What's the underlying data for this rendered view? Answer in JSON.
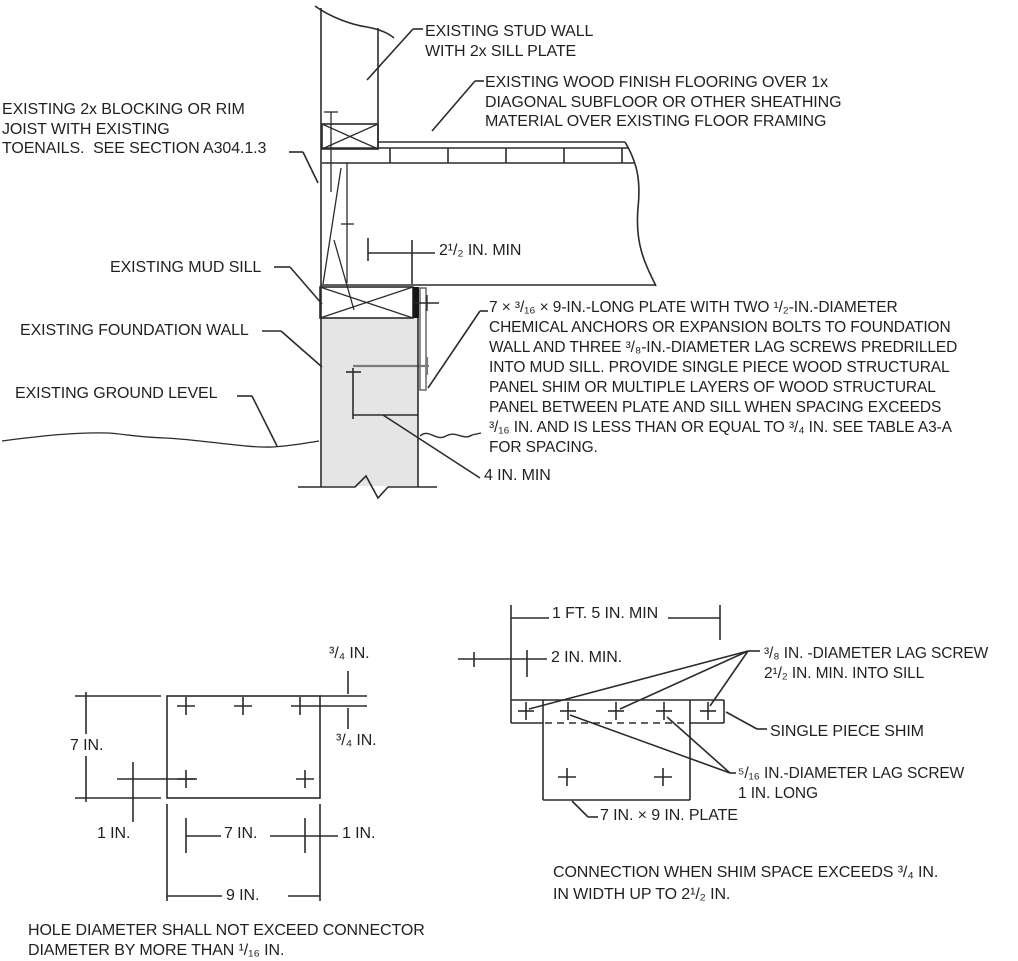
{
  "colors": {
    "line": "#2b2b2b",
    "text": "#231f20",
    "foundation_fill": "#e5e5e5",
    "steel_plate": "#161616",
    "anchor_gray": "#7a7a7a"
  },
  "main_detail": {
    "labels": {
      "stud_wall": "EXISTING STUD WALL\nWITH 2x SILL PLATE",
      "flooring": "EXISTING WOOD FINISH FLOORING OVER 1x\nDIAGONAL SUBFLOOR OR OTHER SHEATHING\nMATERIAL OVER EXISTING FLOOR FRAMING",
      "blocking": "EXISTING 2x BLOCKING OR RIM\nJOIST WITH EXISTING\nTOENAILS.  SEE SECTION A304.1.3",
      "mud_sill": "EXISTING MUD SILL",
      "foundation_wall": "EXISTING FOUNDATION WALL",
      "ground_level": "EXISTING GROUND LEVEL",
      "dim_sill_edge": "2¹/₂ IN. MIN",
      "plate_note": "7 × ³/₁₆ × 9-IN.-LONG PLATE WITH TWO ¹/₂-IN.-DIAMETER\nCHEMICAL ANCHORS OR EXPANSION BOLTS TO FOUNDATION\nWALL AND THREE ³/₈-IN.-DIAMETER LAG SCREWS PREDRILLED\nINTO MUD SILL. PROVIDE SINGLE PIECE WOOD STRUCTURAL\nPANEL SHIM OR MULTIPLE LAYERS OF WOOD STRUCTURAL\nPANEL BETWEEN PLATE AND SILL WHEN SPACING EXCEEDS\n³/₁₆ IN. AND IS LESS THAN OR EQUAL TO ³/₄ IN. SEE TABLE A3-A\nFOR SPACING.",
      "dim_embed": "4 IN. MIN"
    }
  },
  "plate_detail": {
    "dims": {
      "top_edge": "³/₄ IN.",
      "side_edge": "³/₄ IN.",
      "height": "7 IN.",
      "edge_left": "1 IN.",
      "hole_spacing": "7 IN.",
      "edge_right": "1 IN.",
      "width": "9 IN."
    },
    "note": "HOLE DIAMETER SHALL NOT EXCEED CONNECTOR\nDIAMETER BY MORE THAN ¹/₁₆ IN."
  },
  "shim_detail": {
    "dims": {
      "length": "1 FT. 5 IN. MIN",
      "end_distance": "2 IN. MIN."
    },
    "labels": {
      "lag_38": "³/₈ IN. -DIAMETER LAG SCREW\n2¹/₂ IN. MIN. INTO SILL",
      "shim": "SINGLE PIECE SHIM",
      "lag_516": "⁵/₁₆ IN.-DIAMETER LAG SCREW\n1 IN. LONG",
      "plate": "7 IN. × 9 IN. PLATE",
      "caption": "CONNECTION WHEN SHIM SPACE EXCEEDS ³/₄ IN.\nIN WIDTH UP TO 2¹/₂ IN."
    }
  }
}
